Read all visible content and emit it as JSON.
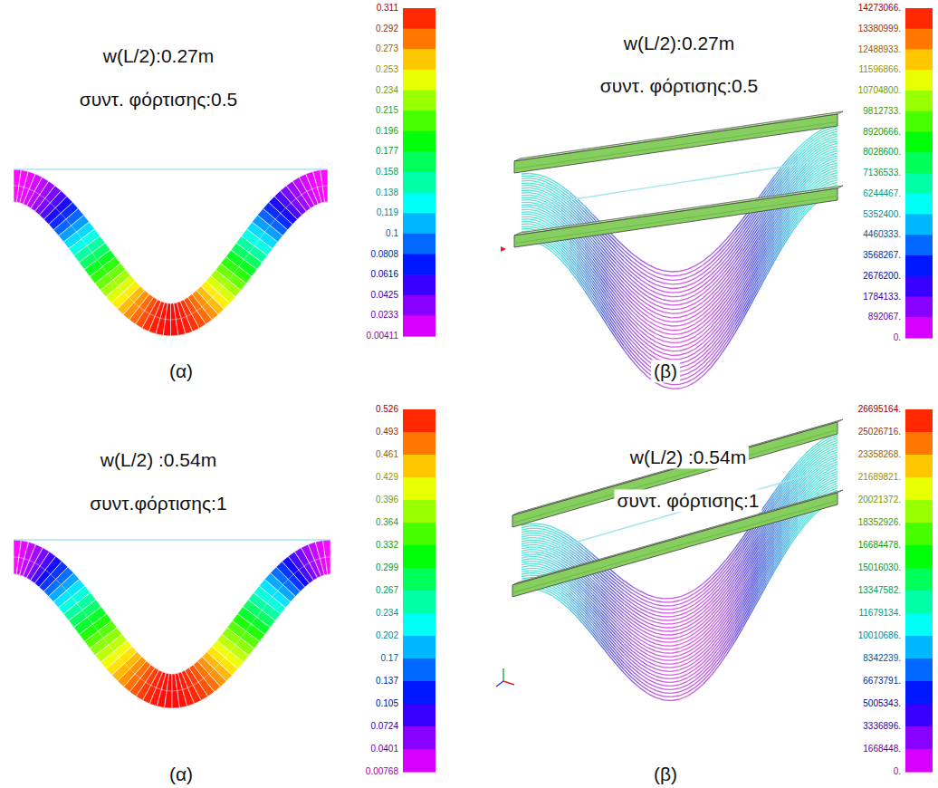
{
  "diagram": {
    "labels": [
      "w(L/2):0.27m",
      "συντ. φόρτισης:0.5",
      "0.311",
      "0.292",
      "0.273",
      "0.253",
      "0.234",
      "0.215",
      "0.196",
      "0.177",
      "0.158",
      "0.138",
      "0.119",
      "0.1",
      "0.0808",
      "0.0616",
      "0.0425",
      "0.0233",
      "0.00411",
      "w(L/2):0.27m",
      "συντ. φόρτισης:0.5",
      "14273066.",
      "13380999.",
      "12488933.",
      "11596866.",
      "10704800.",
      "9812733.",
      "8920666.",
      "8028600.",
      "7136533.",
      "6244467.",
      "5352400.",
      "4460333.",
      "3568267.",
      "2676200.",
      "1784133.",
      "892067.",
      "0.",
      "(α)",
      "(β)",
      "w(L/2) :0.54m",
      "συντ.φόρτισης:1",
      "0.526",
      "0.493",
      "0.461",
      "0.429",
      "0.396",
      "0.364",
      "0.332",
      "0.299",
      "0.267",
      "0.234",
      "0.202",
      "0.17",
      "0.137",
      "0.105",
      "0.0724",
      "0.0401",
      "0.00768",
      "w(L/2) :0.54m",
      "συντ. φόρτισης:1",
      "26695164.",
      "25026716.",
      "23358268.",
      "21689821.",
      "20021372.",
      "18352926.",
      "16684478.",
      "15016030.",
      "13347582.",
      "11679134.",
      "10010686.",
      "8342239.",
      "6673791.",
      "5005343.",
      "3336896.",
      "1668448.",
      "0.",
      "(α)",
      "(β)"
    ]
  }
}
